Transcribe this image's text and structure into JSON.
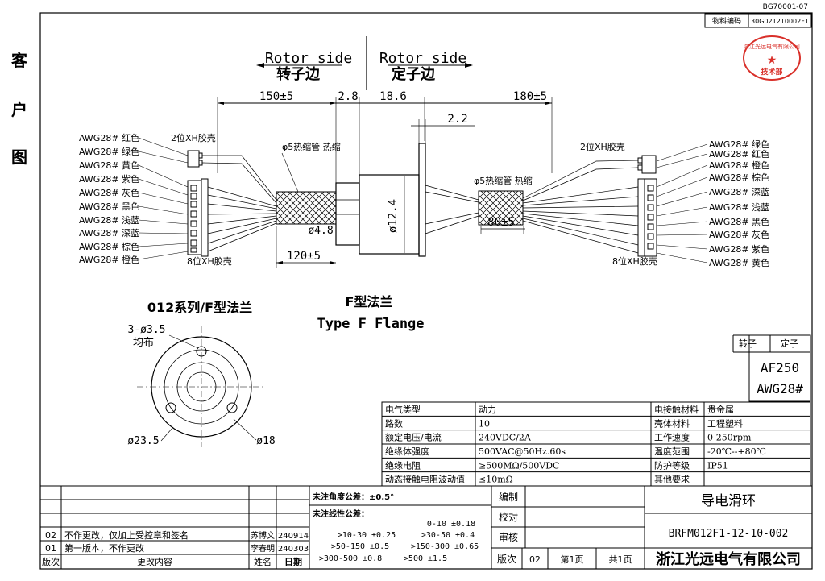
{
  "doc_code": "BG70001-07",
  "material_label": "物料编码",
  "material_code": "30G021210002F1",
  "stamp": {
    "text": "浙江光远电气有限公司",
    "dept": "技术部"
  },
  "side_title": [
    "客",
    "户",
    "图"
  ],
  "rotor": {
    "en": "Rotor side",
    "zh": "转子边"
  },
  "stator": {
    "en": "Rotor side",
    "zh": "定子边"
  },
  "dims": {
    "d150": "150±5",
    "d28": "2.8",
    "d186": "18.6",
    "d180": "180±5",
    "d22": "2.2",
    "d124": "ø12.4",
    "d48": "ø4.8",
    "d120": "120±5",
    "d80": "80±5"
  },
  "labels": {
    "xh2_left": "2位XH胶壳",
    "xh8_left": "8位XH胶壳",
    "xh2_right": "2位XH胶壳",
    "xh8_right": "8位XH胶壳",
    "heat_left": "φ5热缩管  热缩",
    "heat_right": "φ5热缩管  热缩"
  },
  "wires_left": [
    "AWG28# 红色",
    "AWG28# 绿色",
    "AWG28# 黄色",
    "AWG28# 紫色",
    "AWG28# 灰色",
    "AWG28# 黑色",
    "AWG28# 浅蓝",
    "AWG28# 深蓝",
    "AWG28# 棕色",
    "AWG28# 橙色"
  ],
  "wires_right": [
    "AWG28# 绿色",
    "AWG28# 红色",
    "AWG28# 橙色",
    "AWG28# 棕色",
    "AWG28# 深蓝",
    "AWG28# 浅蓝",
    "AWG28# 黑色",
    "AWG28# 灰色",
    "AWG28# 紫色",
    "AWG28# 黄色"
  ],
  "flange": {
    "series": "012系列/F型法兰",
    "title_zh": "F型法兰",
    "title_en": "Type F Flange",
    "holes": "3-ø3.5",
    "uniform": "均布",
    "d235": "ø23.5",
    "d18": "ø18"
  },
  "wire_spec": {
    "rotor": "转子",
    "stator": "定子",
    "model": "AF250",
    "awg": "AWG28#"
  },
  "specs": [
    [
      "电气类型",
      "动力",
      "电接触材料",
      "贵金属"
    ],
    [
      "路数",
      "10",
      "壳体材料",
      "工程塑料"
    ],
    [
      "额定电压/电流",
      "240VDC/2A",
      "工作速度",
      "0-250rpm"
    ],
    [
      "绝缘体强度",
      "500VAC@50Hz.60s",
      "温度范围",
      "-20℃--+80℃"
    ],
    [
      "绝缘电阻",
      "≥500MΩ/500VDC",
      "防护等级",
      "IP51"
    ],
    [
      "动态接触电阻波动值",
      "≤10mΩ",
      "其他要求",
      ""
    ]
  ],
  "revisions": [
    {
      "ver": "02",
      "content": "不作更改，仅加上受控章和签名",
      "name": "苏博文",
      "date": "240914"
    },
    {
      "ver": "01",
      "content": "第一版本，不作更改",
      "name": "李春明",
      "date": "240303"
    }
  ],
  "rev_header": {
    "ver": "版次",
    "content": "更改内容",
    "name": "姓名",
    "date": "日期"
  },
  "tolerance": {
    "angle": "未注角度公差：±0.5°",
    "linear": "未注线性公差：",
    "items": [
      "0-10 ±0.18",
      ">10-30 ±0.25",
      ">30-50 ±0.4",
      ">50-150 ±0.5",
      ">150-300 ±0.65",
      ">300-500 ±0.8",
      ">500 ±1.5"
    ]
  },
  "approval": {
    "compile": "编制",
    "check": "校对",
    "review": "审核",
    "ver_label": "版次",
    "ver": "02",
    "page": "第1页",
    "total": "共1页"
  },
  "title_block": {
    "product": "导电滑环",
    "part_no": "BRFM012F1-12-10-002",
    "company": "浙江光远电气有限公司"
  }
}
